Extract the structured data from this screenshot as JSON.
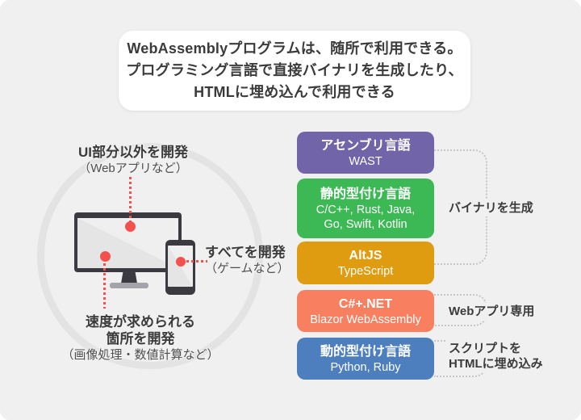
{
  "title": {
    "lines": [
      "WebAssemblyプログラムは、随所で利用できる。",
      "プログラミング言語で直接バイナリを生成したり、",
      "HTMLに埋め込んで利用できる"
    ]
  },
  "device_diagram": {
    "icons": [
      "monitor-icon",
      "smartphone-icon"
    ],
    "callouts": {
      "ui": {
        "title": "UI部分以外を開発",
        "subtitle": "（Webアプリなど）"
      },
      "all": {
        "title": "すべてを開発",
        "subtitle": "（ゲームなど）"
      },
      "speed": {
        "title_line1": "速度が求められる",
        "title_line2": "箇所を開発",
        "subtitle": "（画像処理・数値計算など）"
      }
    }
  },
  "language_boxes": [
    {
      "title": "アセンブリ言語",
      "subtitle": "WAST",
      "color": "#7164a9"
    },
    {
      "title": "静的型付け言語",
      "subtitle_lines": [
        "C/C++, Rust, Java,",
        "Go, Swift, Kotlin"
      ],
      "color": "#3cb854"
    },
    {
      "title": "AltJS",
      "subtitle": "TypeScript",
      "color": "#e09c10"
    },
    {
      "title": "C#+.NET",
      "subtitle": "Blazor WebAssembly",
      "color": "#f87f60"
    },
    {
      "title": "動的型付け言語",
      "subtitle": "Python, Ruby",
      "color": "#4d7fbe"
    }
  ],
  "annotations": [
    {
      "label": "バイナリを生成"
    },
    {
      "label": "Webアプリ専用"
    },
    {
      "label_line1": "スクリプトを",
      "label_line2": "HTMLに埋め込み"
    }
  ],
  "colors": {
    "canvas_bg": "#f0f0f0",
    "title_card_bg": "#ffffff",
    "ring": "#e3e3e3",
    "device_frame": "#3a3a40",
    "device_screen": "#e8e8e8",
    "stand_base": "#a3a3a9",
    "red_dot": "#f4514e",
    "bracket_dots": "#c6c6c6",
    "text_dark": "#3b3b3b"
  }
}
